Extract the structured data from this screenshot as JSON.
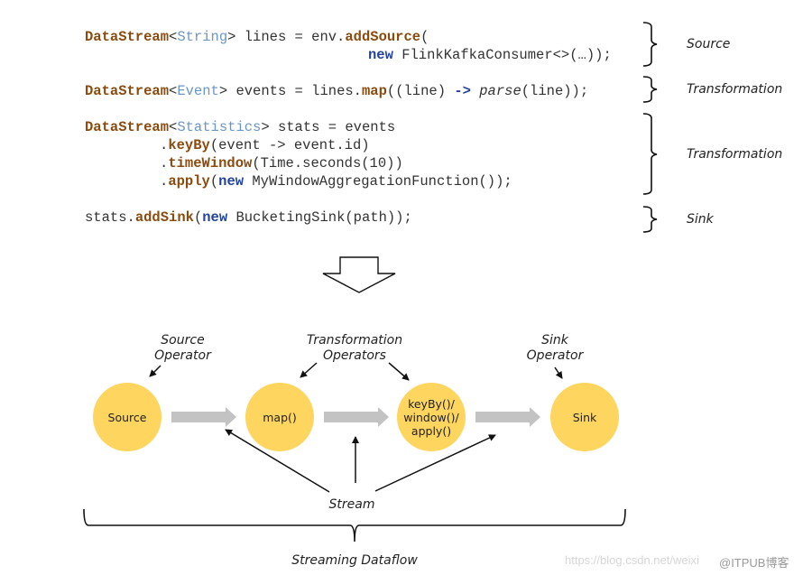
{
  "code": {
    "line1": {
      "a": "DataStream",
      "b": "<",
      "c": "String",
      "d": "> lines = env.",
      "e": "addSource",
      "f": "("
    },
    "line2": {
      "a": "new",
      "b": " FlinkKafkaConsumer<>(…));"
    },
    "line3": {
      "a": "DataStream",
      "b": "<",
      "c": "Event",
      "d": "> events = lines.",
      "e": "map",
      "f": "((line) ",
      "g": "->",
      "h": " ",
      "i": "parse",
      "j": "(line));"
    },
    "line4": {
      "a": "DataStream",
      "b": "<",
      "c": "Statistics",
      "d": "> stats = events"
    },
    "line5": {
      "a": ".",
      "b": "keyBy",
      "c": "(event -> event.id)"
    },
    "line6": {
      "a": ".",
      "b": "timeWindow",
      "c": "(Time.seconds(10))"
    },
    "line7": {
      "a": ".",
      "b": "apply",
      "c": "(",
      "d": "new",
      "e": " MyWindowAggregationFunction());"
    },
    "line8": {
      "a": "stats.",
      "b": "addSink",
      "c": "(",
      "d": "new",
      "e": " BucketingSink(path));"
    }
  },
  "brackets": [
    {
      "label": "Source"
    },
    {
      "label": "Transformation"
    },
    {
      "label": "Transformation"
    },
    {
      "label": "Sink"
    }
  ],
  "arrow_icon": "down-arrow-icon",
  "diagram": {
    "captions": {
      "source_operator": [
        "Source",
        "Operator"
      ],
      "transformation_operators": [
        "Transformation",
        "Operators"
      ],
      "sink_operator": [
        "Sink",
        "Operator"
      ],
      "stream": "Stream",
      "streaming_dataflow": "Streaming Dataflow"
    },
    "nodes": [
      {
        "lines": [
          "Source"
        ]
      },
      {
        "lines": [
          "map()"
        ]
      },
      {
        "lines": [
          "keyBy()/",
          "window()/",
          "apply()"
        ]
      },
      {
        "lines": [
          "Sink"
        ]
      }
    ],
    "colors": {
      "node": "#fdd55f",
      "flow_arrow": "#c3c3c3",
      "line": "#111111"
    }
  },
  "watermark": {
    "faded": "https://blog.csdn.net/weixi",
    "brand": "@ITPUB博客"
  }
}
